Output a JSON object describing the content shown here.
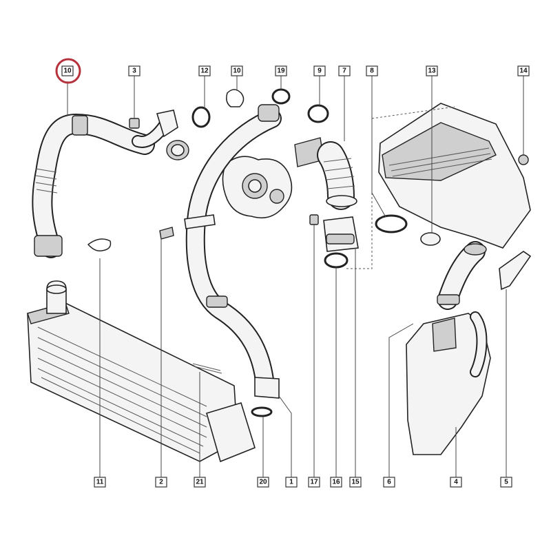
{
  "highlight": {
    "part_number": "10",
    "color": "#b5313b"
  },
  "labels": {
    "l10a": "10",
    "l3": "3",
    "l12": "12",
    "l10b": "10",
    "l19": "19",
    "l9": "9",
    "l7": "7",
    "l8": "8",
    "l13": "13",
    "l14": "14",
    "l11": "11",
    "l2": "2",
    "l21": "21",
    "l20": "20",
    "l1": "1",
    "l17": "17",
    "l16": "16",
    "l15": "15",
    "l6": "6",
    "l4": "4",
    "l5": "5"
  }
}
